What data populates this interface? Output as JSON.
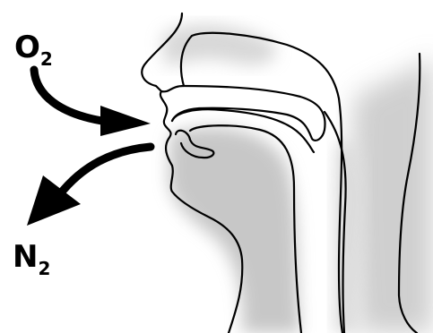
{
  "labels": {
    "inhaled_gas": {
      "symbol": "O",
      "subscript": "2"
    },
    "exhaled_gas": {
      "symbol": "N",
      "subscript": "2"
    }
  },
  "colors": {
    "ink": "#000000",
    "shading": "#9a9a9a",
    "background": "#ffffff"
  }
}
